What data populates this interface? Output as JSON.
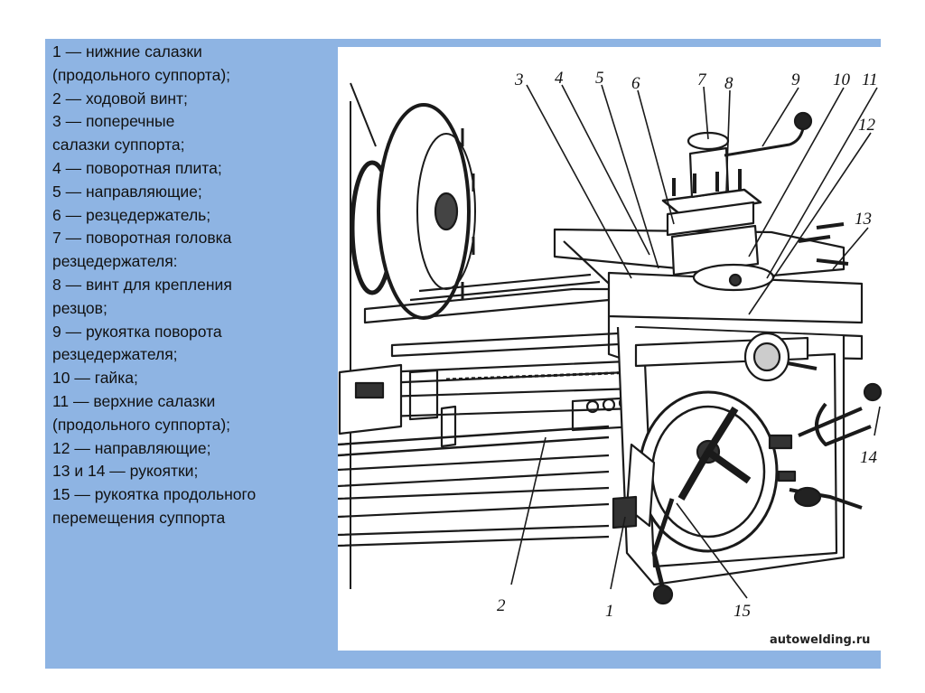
{
  "legend": [
    "1 — нижние салазки",
    "(продольного суппорта);",
    " 2 — ходовой винт;",
    " 3 — поперечные",
    "салазки суппорта;",
    " 4 — поворотная плита;",
    "5 — направляющие;",
    "6 — резцедержатель;",
    " 7 — поворотная головка",
    "резцедержателя:",
    " 8 — винт для крепления",
    " резцов;",
    "9 — рукоятка поворота",
    " резцедержателя;",
    "10 — гайка;",
    "11 — верхние салазки",
    " (продольного суппорта);",
    "12 — направляющие;",
    "13 и 14 — рукоятки;",
    " 15 — рукоятка продольного",
    " перемещения суппорта"
  ],
  "callouts": {
    "n1": "1",
    "n2": "2",
    "n3": "3",
    "n4": "4",
    "n5": "5",
    "n6": "6",
    "n7": "7",
    "n8": "8",
    "n9": "9",
    "n10": "10",
    "n11": "11",
    "n12": "12",
    "n13": "13",
    "n14": "14",
    "n15": "15"
  },
  "watermark": "autowelding.ru",
  "colors": {
    "panel": "#8eb4e3",
    "text": "#111111",
    "drawing": "#1a1a1a"
  }
}
